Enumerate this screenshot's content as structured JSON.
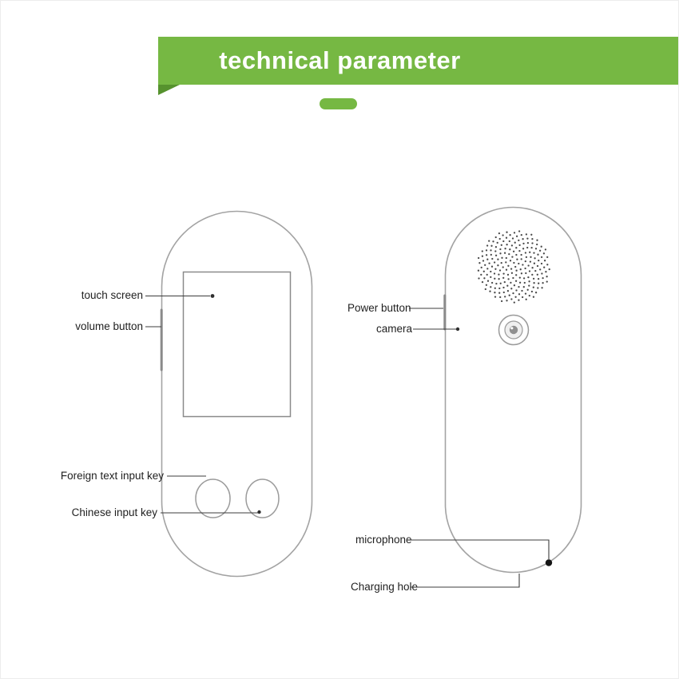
{
  "banner": {
    "title": "technical parameter",
    "green": "#76b843",
    "fold_green": "#56922e"
  },
  "labels": {
    "touch_screen": "touch screen",
    "volume_button": "volume button",
    "foreign_input": "Foreign text input key",
    "chinese_input": "Chinese input key",
    "power_button": "Power button",
    "camera": "camera",
    "microphone": "microphone",
    "charging_hole": "Charging hole"
  },
  "colors": {
    "device_outline": "#a3a3a3",
    "callout_line": "#3c3c3c",
    "grille_dot": "#4a4a4a"
  }
}
